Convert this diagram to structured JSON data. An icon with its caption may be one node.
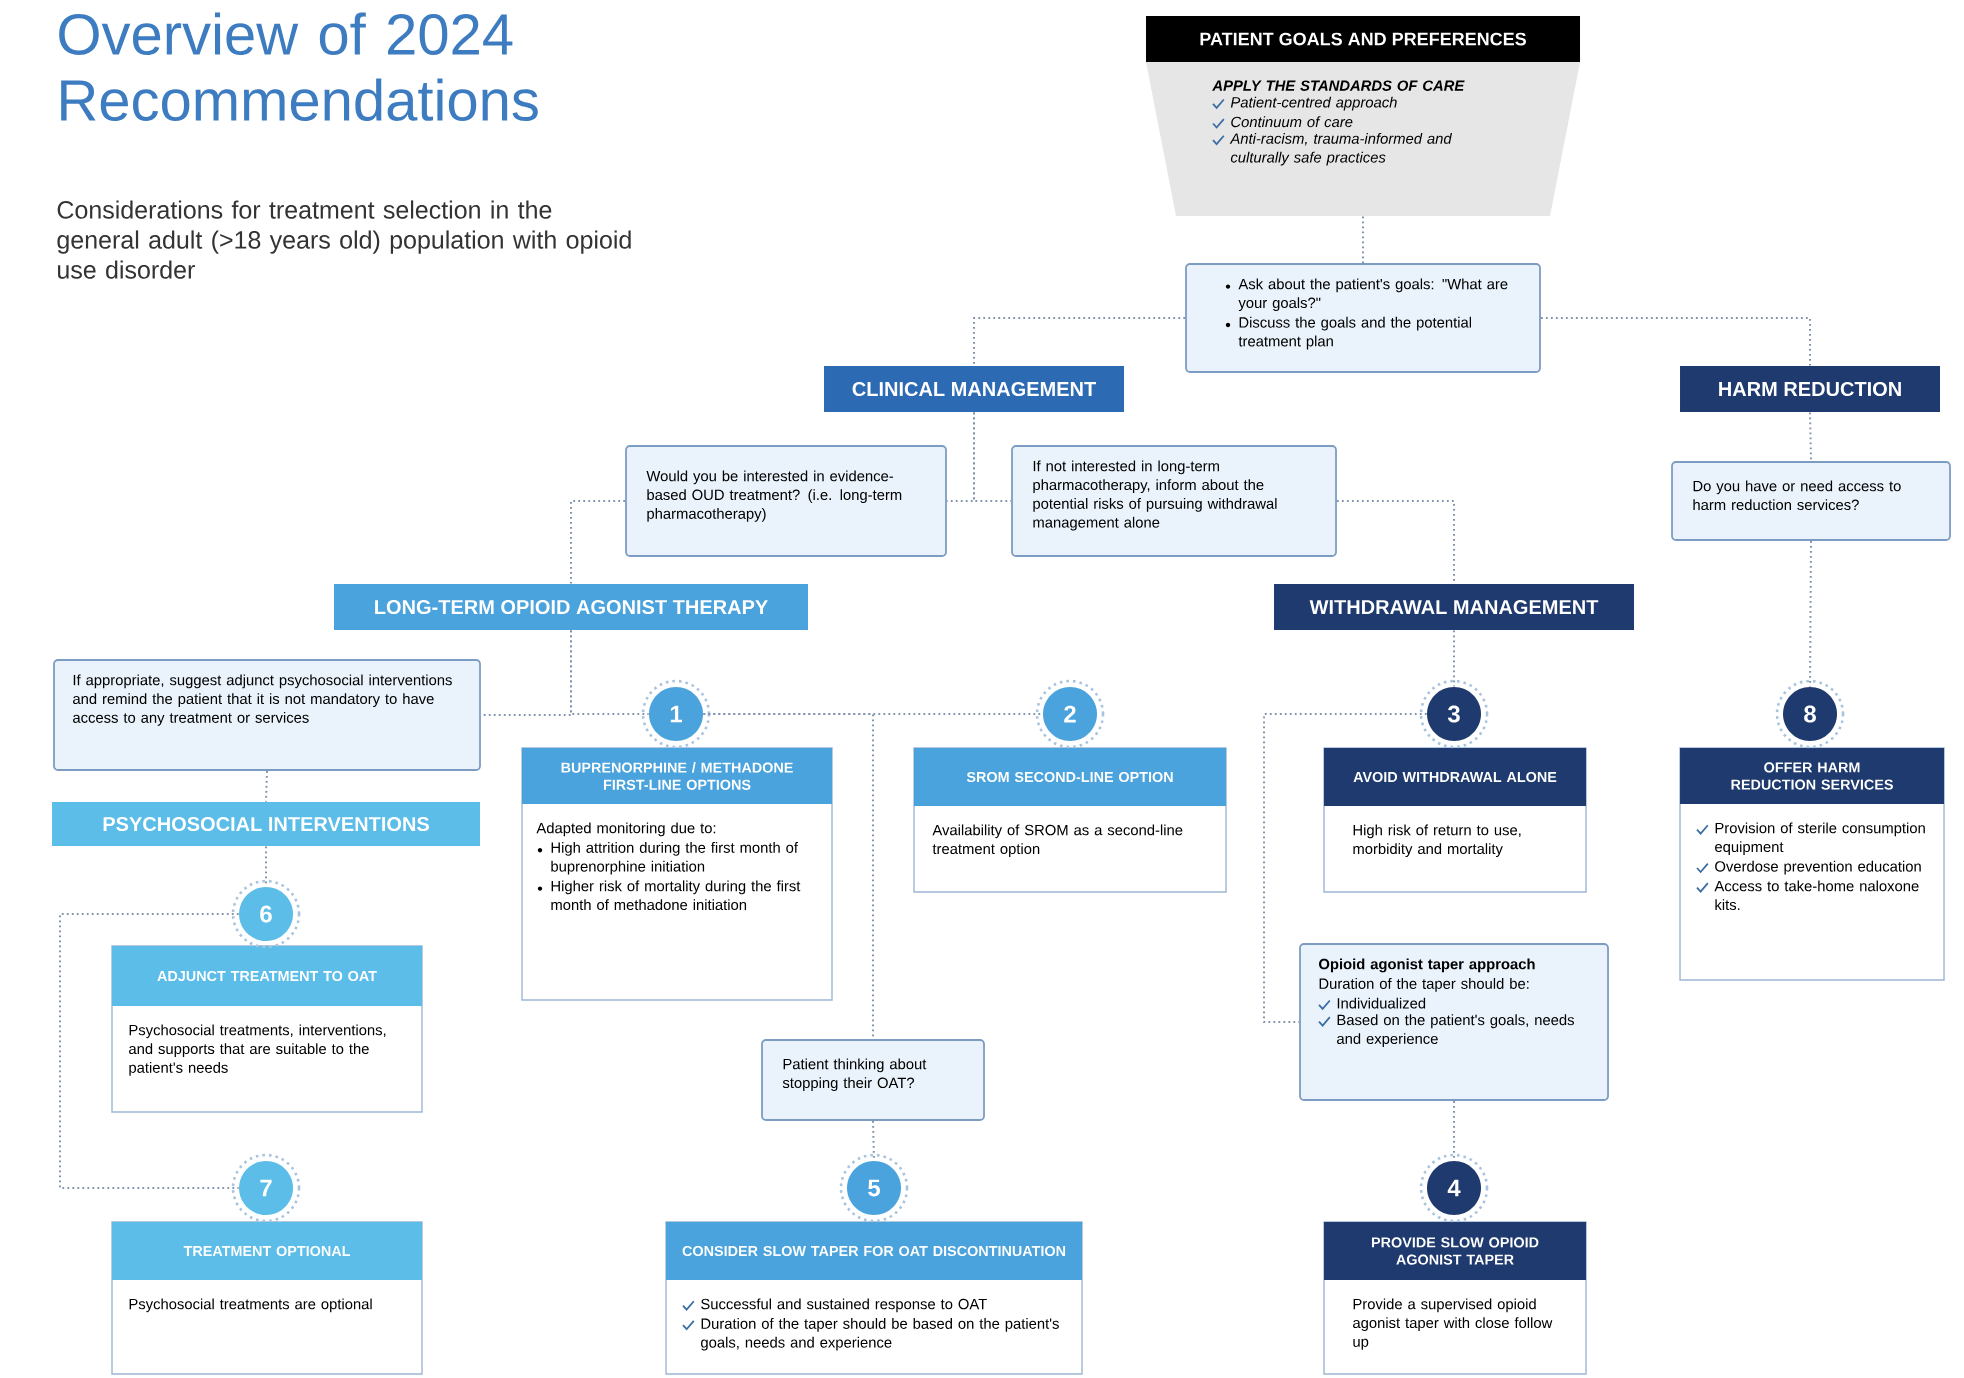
{
  "diagram": {
    "title": "Overview of 2024 Recommendations",
    "nodes": [
      {
        "text": [
          "PATIENT GOALS AND PREFERENCES",
          "APPLY THE STANDARDS OF CARE",
          "Patient-centred approach",
          "Continuum of care",
          "Anti-racism, trauma-informed and culturally safe practices"
        ]
      },
      {
        "text": [
          "Ask about the patient's goals: \"What are your goals?\"",
          "Discuss the goals and the potential treatment plan"
        ]
      },
      {
        "text": [
          "CLINICAL MANAGEMENT"
        ]
      },
      {
        "text": [
          "HARM REDUCTION"
        ]
      },
      {
        "text": [
          "Would you be interested in evidence-based OUD treatment? (i.e. long-term pharmacotherapy)"
        ]
      },
      {
        "text": [
          "If not interested in long-term pharmacotherapy, inform about the potential risks of pursuing withdrawal management alone"
        ]
      },
      {
        "text": [
          "Do you have or need access to harm reduction services?"
        ]
      },
      {
        "text": [
          "LONG-TERM OPIOID AGONIST THERAPY"
        ]
      },
      {
        "text": [
          "WITHDRAWAL MANAGEMENT"
        ]
      },
      {
        "text": [
          "If appropriate, suggest adjunct psychosocial interventions and remind the patient that it is not mandatory to have access to any treatment or services"
        ]
      },
      {
        "text": [
          "PSYCHOSOCIAL INTERVENTIONS"
        ]
      },
      {
        "text": [
          "1"
        ]
      },
      {
        "text": [
          "2"
        ]
      },
      {
        "text": [
          "3"
        ]
      },
      {
        "text": [
          "8"
        ]
      },
      {
        "text": [
          "BUPRENORPHINE / METHADONE FIRST-LINE OPTIONS",
          "Adapted monitoring due to:",
          "High attrition during the first month of buprenorphine initiation",
          "Higher risk of mortality during the first month of methadone initiation"
        ]
      },
      {
        "text": [
          "SROM SECOND-LINE OPTION",
          "Availability of SROM as a second-line treatment option"
        ]
      },
      {
        "text": [
          "AVOID WITHDRAWAL ALONE",
          "High risk of return to use, morbidity and mortality"
        ]
      },
      {
        "text": [
          "OFFER HARM REDUCTION SERVICES",
          "Provision of sterile consumption equipment",
          "Overdose prevention education",
          "Access to take-home naloxone kits."
        ]
      },
      {
        "text": [
          "6"
        ]
      },
      {
        "text": [
          "ADJUNCT TREATMENT TO OAT",
          "Psychosocial treatments, interventions, and supports that are suitable to the patient's needs"
        ]
      },
      {
        "text": [
          "Patient thinking about stopping their OAT?"
        ]
      },
      {
        "text": [
          "Opioid agonist taper approach",
          "Duration of the taper should be:",
          "Individualized",
          "Based on the patient's goals, needs and experience"
        ]
      },
      {
        "text": [
          "7"
        ]
      },
      {
        "text": [
          "TREATMENT OPTIONAL",
          "Psychosocial treatments are optional"
        ]
      },
      {
        "text": [
          "5"
        ]
      },
      {
        "text": [
          "CONSIDER SLOW TAPER FOR OAT DISCONTINUATION",
          "Successful and sustained response to OAT",
          "Duration of the taper should be based on the patient's goals, needs and experience"
        ]
      },
      {
        "text": [
          "4"
        ]
      },
      {
        "text": [
          "PROVIDE SLOW OPIOID AGONIST TAPER",
          "Provide a supervised opioid agonist taper with close follow up"
        ]
      }
    ],
    "edges": [
      {
        "from": 0,
        "to": 1,
        "arrow": "none"
      },
      {
        "from": 1,
        "to": 2,
        "arrow": "none"
      },
      {
        "from": 1,
        "to": 3,
        "arrow": "none"
      },
      {
        "from": 2,
        "to": 4,
        "arrow": "none"
      },
      {
        "from": 2,
        "to": 5,
        "arrow": "none"
      },
      {
        "from": 4,
        "to": 7,
        "arrow": "none"
      },
      {
        "from": 5,
        "to": 8,
        "arrow": "none"
      },
      {
        "from": 3,
        "to": 6,
        "arrow": "none"
      },
      {
        "from": 6,
        "to": 14,
        "arrow": "none"
      },
      {
        "from": 7,
        "to": 11,
        "arrow": "none"
      },
      {
        "from": 7,
        "to": 9,
        "arrow": "none"
      },
      {
        "from": 11,
        "to": 12,
        "arrow": "none"
      },
      {
        "from": 11,
        "to": 21,
        "arrow": "none"
      },
      {
        "from": 8,
        "to": 13,
        "arrow": "none"
      },
      {
        "from": 9,
        "to": 10,
        "arrow": "none"
      },
      {
        "from": 10,
        "to": 19,
        "arrow": "none"
      },
      {
        "from": 19,
        "to": 23,
        "arrow": "none"
      },
      {
        "from": 21,
        "to": 25,
        "arrow": "none"
      },
      {
        "from": 13,
        "to": 22,
        "arrow": "none"
      },
      {
        "from": 22,
        "to": 27,
        "arrow": "none"
      }
    ],
    "labels": [
      "Considerations for treatment selection in the general adult (>18 years old) population with opioid use disorder"
    ]
  }
}
